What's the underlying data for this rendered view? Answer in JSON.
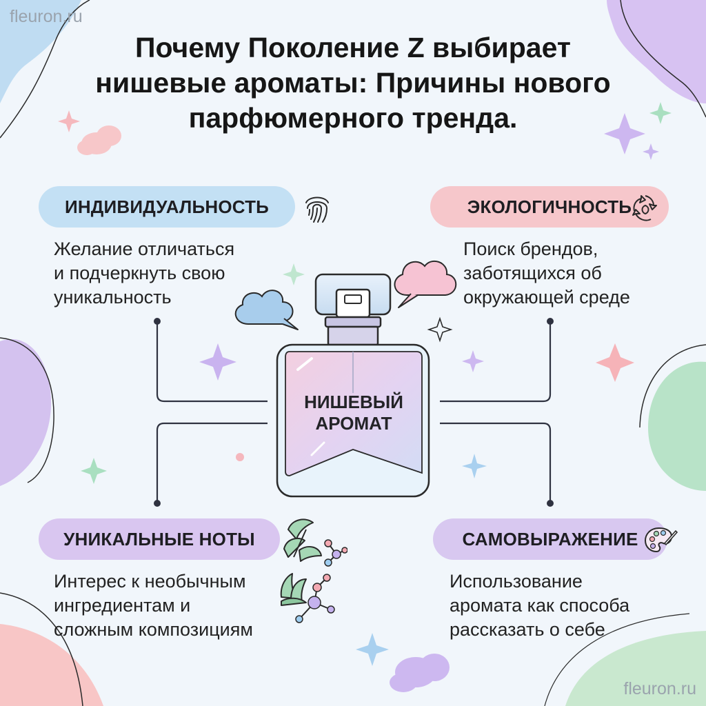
{
  "brand": {
    "top_left": "fleuron.ru",
    "bottom_right": "fleuron.ru"
  },
  "title": {
    "line1": "Почему Поколение Z выбирает",
    "line2": "нишевые ароматы: Причины нового",
    "line3": "парфюмерного тренда."
  },
  "center": {
    "line1": "НИШЕВЫЙ",
    "line2": "АРОМАТ",
    "icon": "perfume-bottle-icon"
  },
  "reasons": [
    {
      "label": "ИНДИВИДУАЛЬНОСТЬ",
      "icon": "fingerprint-icon",
      "color": "#c3e0f4",
      "lines": [
        "Желание отличаться",
        "и подчеркнуть свою",
        "уникальность"
      ]
    },
    {
      "label": "ЭКОЛОГИЧНОСТЬ",
      "icon": "recycle-leaves-icon",
      "color": "#f6c7cb",
      "lines": [
        "Поиск брендов,",
        "заботящихся об",
        "окружающей среде"
      ]
    },
    {
      "label": "УНИКАЛЬНЫЕ НОТЫ",
      "icon": "herb-molecule-icon",
      "color": "#d9c6f0",
      "lines": [
        "Интерес к необычным",
        "ингредиентам и",
        "сложным композициям"
      ]
    },
    {
      "label": "САМОВЫРАЖЕНИЕ",
      "icon": "palette-icon",
      "color": "#d8c8f0",
      "lines": [
        "Использование",
        "аромата как способа",
        "рассказать о себе"
      ]
    }
  ]
}
